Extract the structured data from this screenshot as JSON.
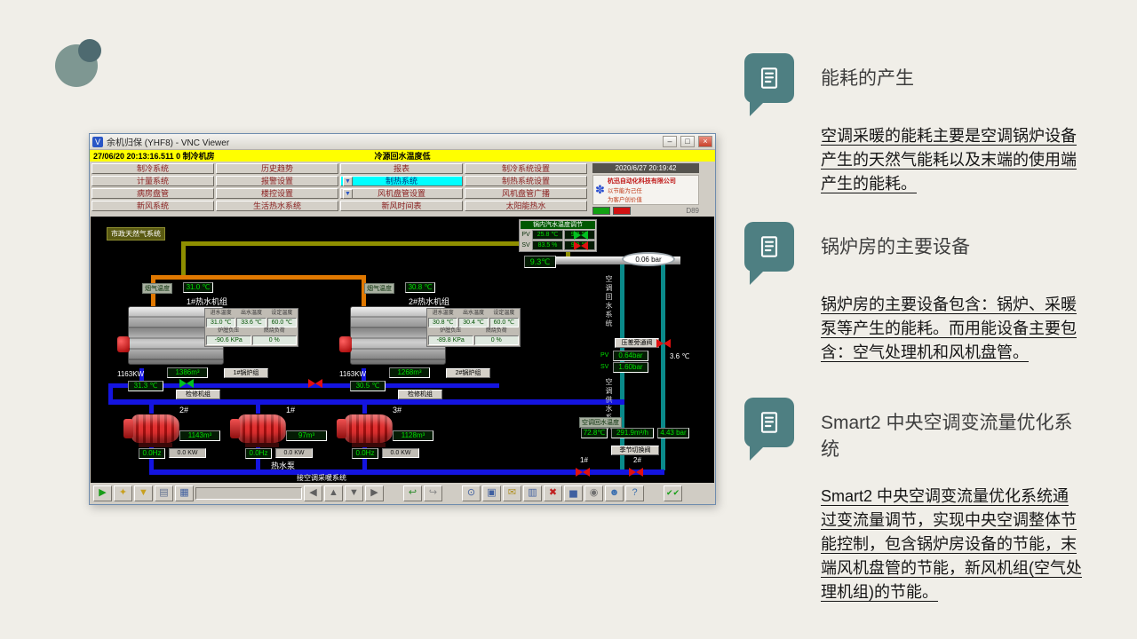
{
  "colors": {
    "accent": "#4e7f82",
    "alarm": "#ffff00",
    "menu_highlight": "#00ffff"
  },
  "slide": {
    "sections": [
      {
        "title": "能耗的产生",
        "body": "空调采暖的能耗主要是空调锅炉设备产生的天然气能耗以及末端的使用端产生的能耗。"
      },
      {
        "title": "锅炉房的主要设备",
        "body": "锅炉房的主要设备包含：锅炉、采暖泵等产生的能耗。而用能设备主要包含：空气处理机和风机盘管。"
      },
      {
        "title": "Smart2 中央空调变流量优化系统",
        "body": "Smart2 中央空调变流量优化系统通过变流量调节，实现中央空调整体节能控制，包含锅炉房设备的节能，末端风机盘管的节能，新风机组(空气处理机组)的节能。"
      }
    ]
  },
  "window": {
    "title": "余机归保 (YHF8) - VNC Viewer",
    "controls": {
      "min": "–",
      "max": "□",
      "close": "×"
    },
    "alarm_left": "27/06/20 20:13:16.511 0  制冷机房",
    "alarm_center": "冷源回水温度低",
    "menu": {
      "rows": [
        [
          "制冷系统",
          "历史趋势",
          "报表",
          "制冷系统设置"
        ],
        [
          "计量系统",
          "报警设置",
          "制热系统",
          "制热系统设置"
        ],
        [
          "病房盘管",
          "楼控设置",
          "风机盘管设置",
          "风机盘管广播"
        ],
        [
          "新风系统",
          "生活热水系统",
          "新风时间表",
          "太阳能热水"
        ]
      ],
      "arrow_glyph": "▼",
      "datetime": "2020/6/27 20:19:42",
      "logo_flower": "✽",
      "logo_company": "杭迅自动化科技有限公司",
      "logo_slogan1": "以节能为己任",
      "logo_slogan2": "为客户创价值",
      "corner_tag": "D89"
    }
  },
  "scada": {
    "gas_label": "市政天然气系统",
    "top_panel": {
      "title": "锅内汽水温度调节",
      "pv_label": "PV",
      "sv_label": "SV",
      "pv1": "25.8 ℃",
      "pv2": "9.3 ℃",
      "sv1": "83.5 %",
      "sv2": "9.0 ℃"
    },
    "supply_temp": "9.3℃",
    "pressure_gauge": "0.06 bar",
    "vert_label_top": "空调回水系统",
    "vert_label_bottom": "空调供水系统",
    "boiler_labels": {
      "flue": "烟气温度",
      "col1": "进水温度",
      "col2": "出水温度",
      "col3": "设定温度",
      "col4": "炉膛负压",
      "col5": "燃烧负荷"
    },
    "boilers": [
      {
        "name": "1#热水机组",
        "flue": "31.0 ℃",
        "v1": "31.0 ℃",
        "v2": "33.6 ℃",
        "v3": "60.0 ℃",
        "v4": "-90.6 KPa",
        "v5": "0  %",
        "power": "1163KW",
        "gas": "1386m³",
        "outlet": "31.3 ℃",
        "btn1": "检修机组",
        "btn2": "1#锅炉组"
      },
      {
        "name": "2#热水机组",
        "flue": "30.8 ℃",
        "v1": "30.8 ℃",
        "v2": "30.4 ℃",
        "v3": "60.0 ℃",
        "v4": "-89.8 KPa",
        "v5": "0  %",
        "power": "1163KW",
        "gas": "1268m³",
        "outlet": "30.5 ℃",
        "btn1": "检修机组",
        "btn2": "2#锅炉组"
      }
    ],
    "pumps": [
      {
        "name": "2#",
        "flow": "1143m³",
        "freq": "0.0Hz",
        "power": "0.0 KW"
      },
      {
        "name": "1#",
        "flow": "97m³",
        "freq": "0.0Hz",
        "power": "0.0 KW"
      },
      {
        "name": "3#",
        "flow": "1128m³",
        "freq": "0.0Hz",
        "power": "0.0 KW"
      }
    ],
    "pumps_label": "热水泵",
    "bypass": {
      "label": "压差旁通阀",
      "pv_label": "PV",
      "sv_label": "SV",
      "pv": "0.64bar",
      "sv": "1.60bar",
      "temp": "3.6 ℃"
    },
    "return_cluster": {
      "label": "空调回水温度",
      "temp": "72.8℃",
      "flow": "291.9m³/h",
      "pressure": "4.43 bar"
    },
    "season_btn": "季节切换阀",
    "valve1": "1#",
    "valve2": "2#",
    "bottom_label": "接空调采暖系统"
  },
  "toolbar": {
    "icons": [
      {
        "name": "run-icon",
        "glyph": "▶",
        "color": "#189c18"
      },
      {
        "name": "key-icon",
        "glyph": "✦",
        "color": "#c8a020"
      },
      {
        "name": "filter-icon",
        "glyph": "▼",
        "color": "#c8a020"
      },
      {
        "name": "printer-icon",
        "glyph": "▤",
        "color": "#607090"
      },
      {
        "name": "grid-icon",
        "glyph": "▦",
        "color": "#4060a0"
      },
      {
        "name": "back-icon",
        "glyph": "◀",
        "color": "#606060"
      },
      {
        "name": "up-icon",
        "glyph": "▲",
        "color": "#606060"
      },
      {
        "name": "down-icon",
        "glyph": "▼",
        "color": "#606060"
      },
      {
        "name": "forward-icon",
        "glyph": "▶",
        "color": "#606060"
      },
      {
        "name": "undo-icon",
        "glyph": "↩",
        "color": "#2a8a2a"
      },
      {
        "name": "redo-icon",
        "glyph": "↪",
        "color": "#888888"
      },
      {
        "name": "clock-icon",
        "glyph": "⊙",
        "color": "#4060a0"
      },
      {
        "name": "save-icon",
        "glyph": "▣",
        "color": "#4060a0"
      },
      {
        "name": "mail-icon",
        "glyph": "✉",
        "color": "#b09020"
      },
      {
        "name": "copy-icon",
        "glyph": "▥",
        "color": "#4060a0"
      },
      {
        "name": "delete-icon",
        "glyph": "✖",
        "color": "#c02020"
      },
      {
        "name": "chart-icon",
        "glyph": "▅",
        "color": "#4060a0"
      },
      {
        "name": "cd-icon",
        "glyph": "◉",
        "color": "#707070"
      },
      {
        "name": "user-icon",
        "glyph": "☻",
        "color": "#3a6fb0"
      },
      {
        "name": "help-icon",
        "glyph": "?",
        "color": "#3a6fb0"
      },
      {
        "name": "check-icon",
        "glyph": "✔✔",
        "color": "#18a018"
      }
    ]
  }
}
